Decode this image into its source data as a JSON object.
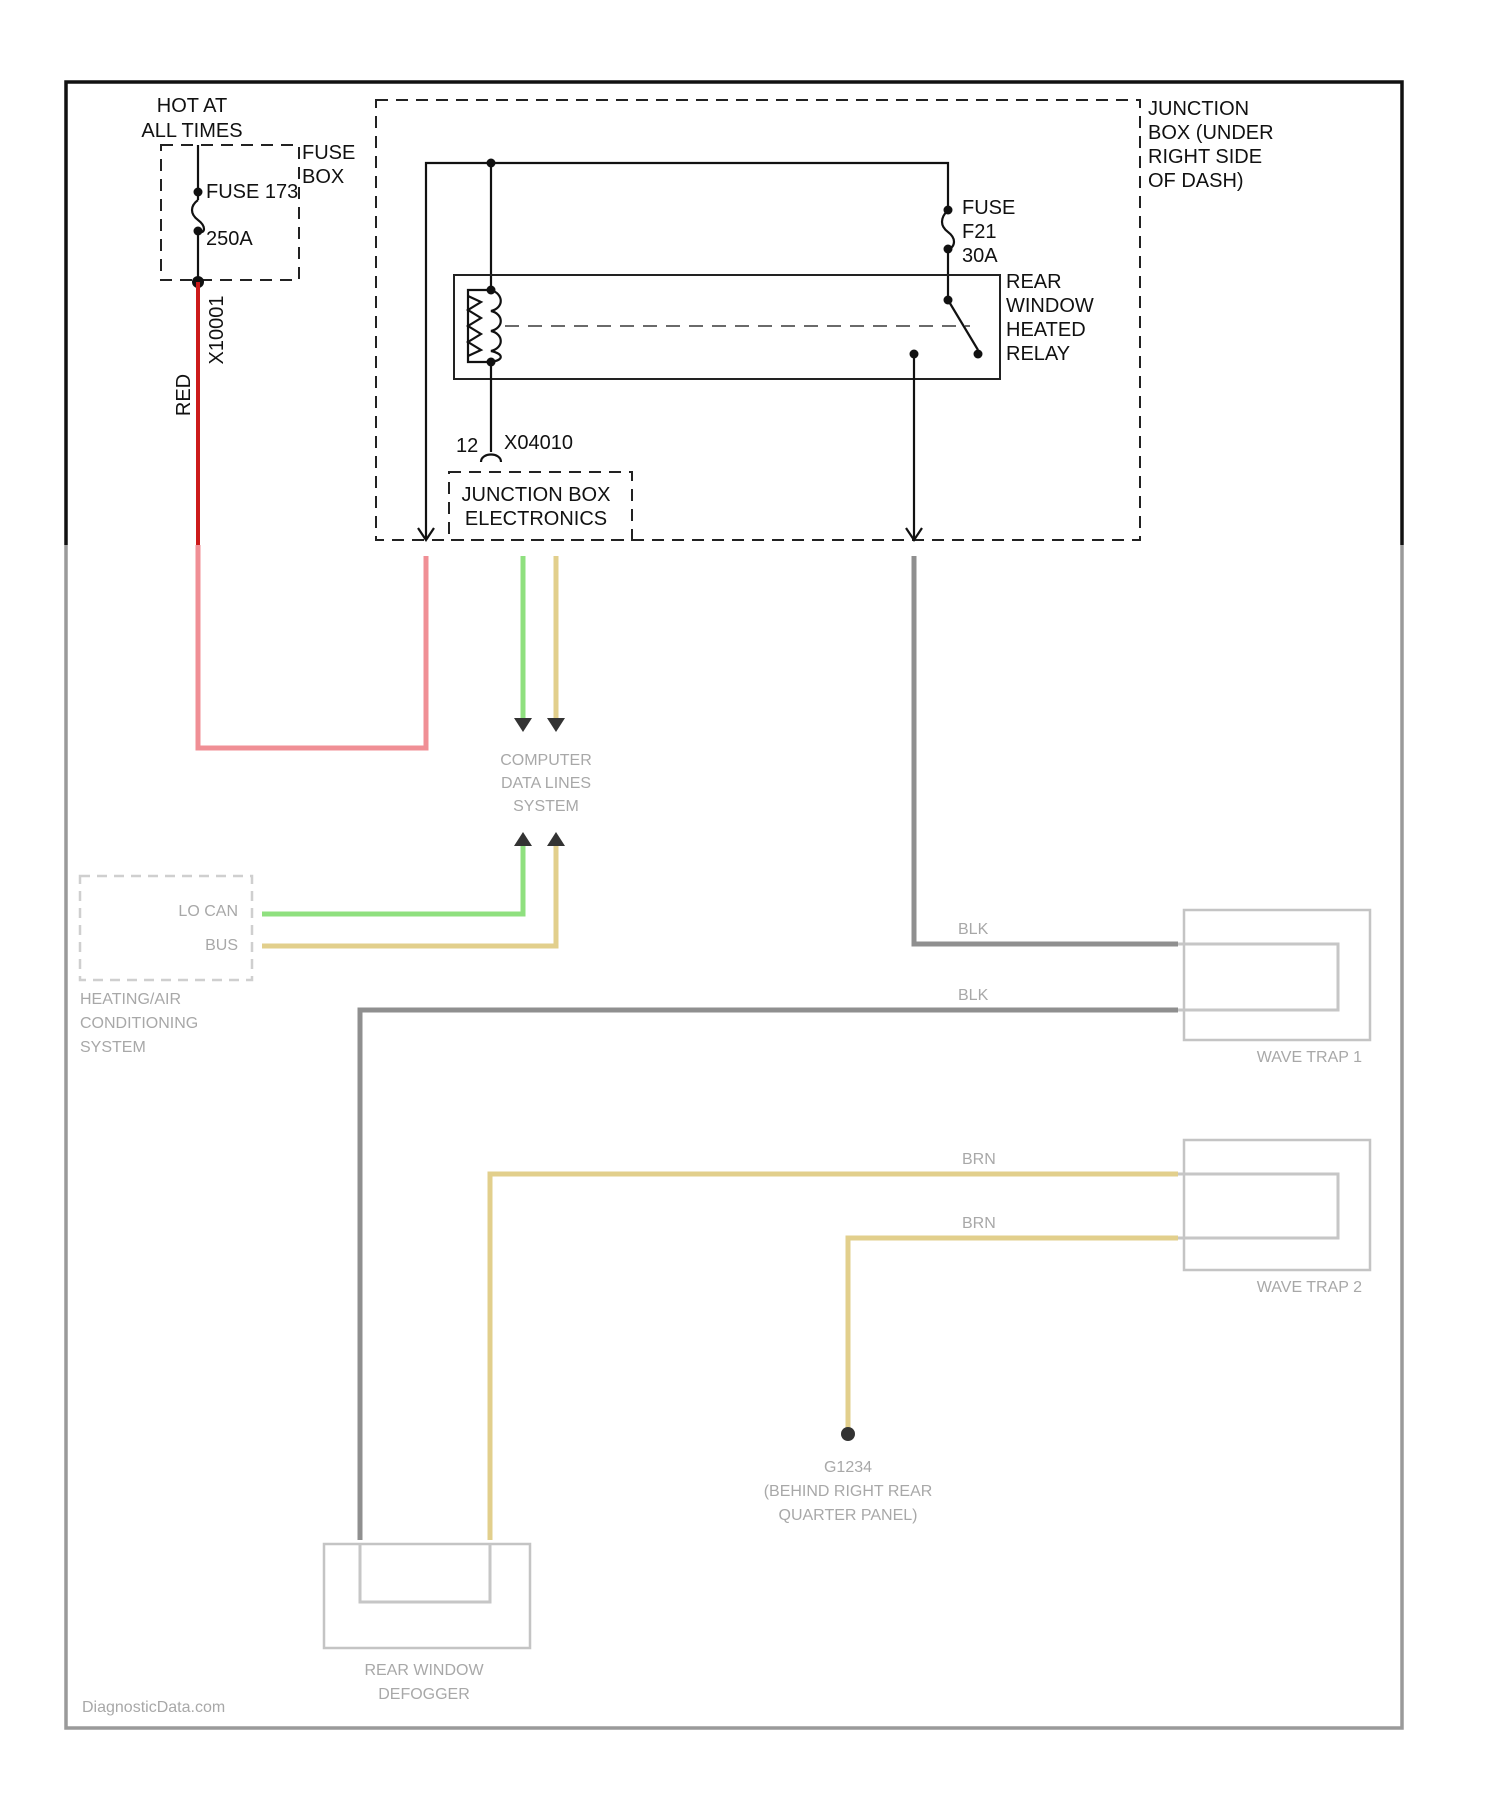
{
  "fuse_box": {
    "hot_line1": "HOT AT",
    "hot_line2": "ALL TIMES",
    "label_line1": "FUSE",
    "label_line2": "BOX",
    "fuse_name": "FUSE 173",
    "fuse_rating": "250A",
    "connector": "X10001",
    "wire_color": "RED"
  },
  "junction_box": {
    "label_lines": [
      "JUNCTION",
      "BOX (UNDER",
      "RIGHT SIDE",
      "OF DASH)"
    ],
    "fuse_lines": [
      "FUSE",
      "F21",
      "30A"
    ],
    "relay_lines": [
      "REAR",
      "WINDOW",
      "HEATED",
      "RELAY"
    ],
    "electronics_pin": "12",
    "electronics_connector": "X04010",
    "electronics_line1": "JUNCTION BOX",
    "electronics_line2": "ELECTRONICS"
  },
  "blurred": {
    "computer_data_lines": [
      "COMPUTER",
      "DATA LINES",
      "SYSTEM"
    ],
    "hvac_lines": [
      "HEATING/AIR",
      "CONDITIONING",
      "SYSTEM"
    ],
    "can_lines": [
      "LO CAN",
      "BUS"
    ],
    "wave_trap_1": "WAVE TRAP 1",
    "wave_trap_2": "WAVE TRAP 2",
    "ground_lines": [
      "G1234",
      "(BEHIND RIGHT REAR",
      "QUARTER PANEL)"
    ],
    "defogger_lines": [
      "REAR WINDOW",
      "DEFOGGER"
    ],
    "wire_blk": "BLK",
    "wire_brn": "BRN",
    "watermark": "DiagnosticData.com"
  },
  "colors": {
    "red_wire": "#cc1a1a",
    "pink_wire": "#f08f95",
    "grey_wire": "#8f8f8f",
    "green_wire": "#8fe07f",
    "tan_wire": "#e2cf8c"
  }
}
